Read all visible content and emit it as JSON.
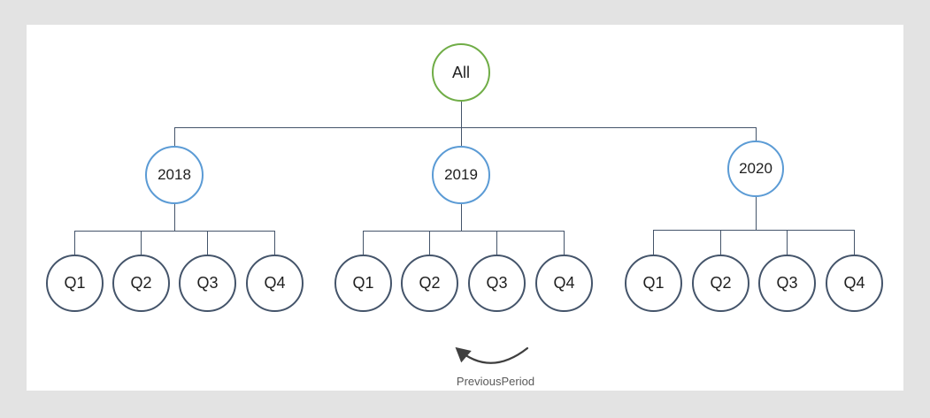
{
  "diagram": {
    "root": {
      "label": "All"
    },
    "years": [
      {
        "label": "2018",
        "quarters": [
          "Q1",
          "Q2",
          "Q3",
          "Q4"
        ]
      },
      {
        "label": "2019",
        "quarters": [
          "Q1",
          "Q2",
          "Q3",
          "Q4"
        ]
      },
      {
        "label": "2020",
        "quarters": [
          "Q1",
          "Q2",
          "Q3",
          "Q4"
        ]
      }
    ],
    "annotation": {
      "label": "PreviousPeriod",
      "arrow": {
        "from": "Q3 (2019)",
        "to": "Q2 (2019)",
        "direction": "right-to-left"
      }
    },
    "colors": {
      "root_stroke": "#70AD47",
      "year_stroke": "#5B9BD5",
      "quarter_stroke": "#44546A",
      "connector": "#44546A",
      "arrow": "#3F3F3F",
      "annotation_text": "#595959",
      "node_text": "#1F1F1F",
      "canvas_background": "#FFFFFF",
      "page_background": "#E3E3E3"
    }
  }
}
